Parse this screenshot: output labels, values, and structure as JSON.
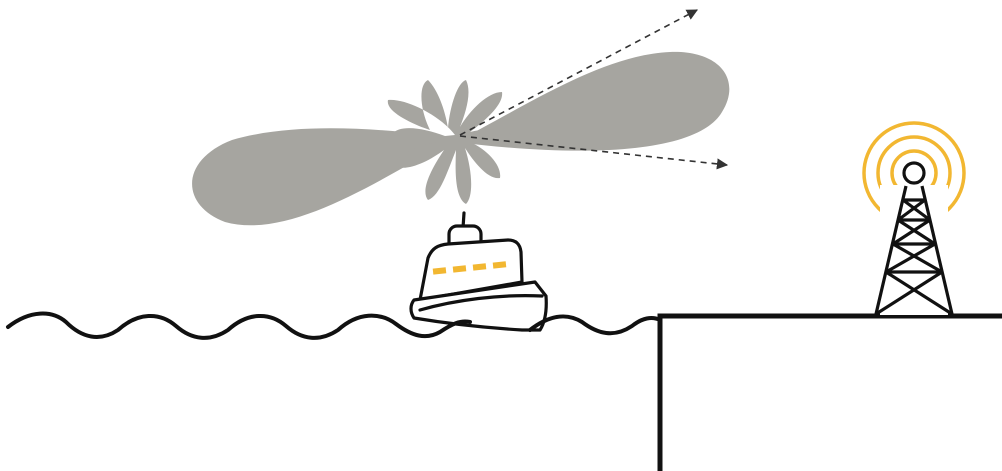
{
  "colors": {
    "background": "#ffffff",
    "ink": "#111111",
    "beam_fill": "#a6a5a0",
    "accent_yellow": "#f2b731",
    "arrow": "#333333"
  },
  "scene": {
    "antenna_pattern": {
      "icon": "radiation-lobe-pattern",
      "side_lobe_count": 7
    },
    "ray_arrows": {
      "count": 2,
      "style": "dashed"
    },
    "ship": {
      "icon": "ship-icon",
      "window_count": 4
    },
    "sea": {
      "icon": "wave-line"
    },
    "shore": {
      "icon": "cliff-block"
    },
    "tower": {
      "icon": "radio-tower-icon",
      "signal_arc_count": 3
    }
  }
}
